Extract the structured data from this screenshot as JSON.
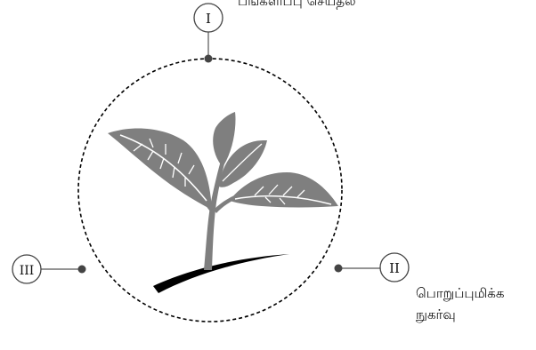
{
  "markers": {
    "top": "I",
    "right": "II",
    "left": "III"
  },
  "labels": {
    "top": "பங்களிப்பு செய்தல்",
    "right_line1": "பொறுப்புமிக்க",
    "right_line2": "நுகர்வு"
  },
  "colors": {
    "leaf": "#7f7f7f",
    "vein": "#ffffff",
    "ground": "#000000",
    "circle": "#000000"
  },
  "icons": {
    "center": "plant-seedling-icon"
  }
}
